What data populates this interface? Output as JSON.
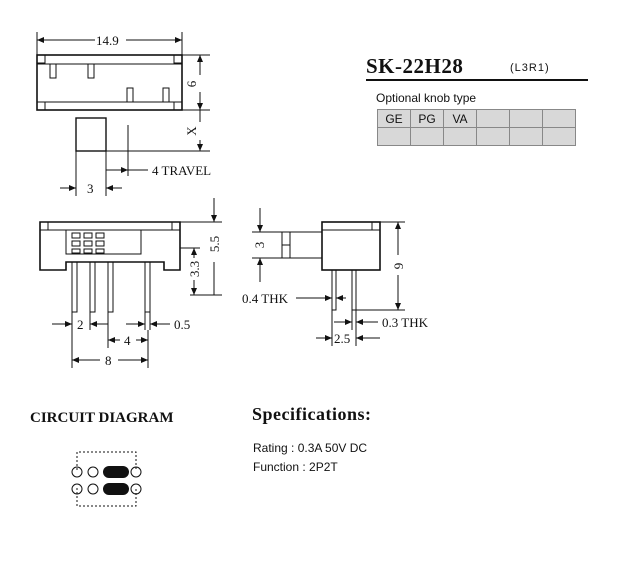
{
  "part": {
    "model": "SK-22H28",
    "code": "(L3R1)"
  },
  "knob": {
    "label": "Optional knob type",
    "row1": [
      "GE",
      "PG",
      "VA",
      "",
      "",
      ""
    ],
    "row2": [
      "",
      "",
      "",
      "",
      "",
      ""
    ]
  },
  "dims": {
    "width": "14.9",
    "height": "6",
    "x": "X",
    "travel": "4  TRAVEL",
    "knob_w": "3",
    "h55": "5.5",
    "h33": "3.3",
    "pitch2": "2",
    "pin05": "0.5",
    "pitch4": "4",
    "span8": "8",
    "knob_h": "3",
    "side_h": "9",
    "thk04": "0.4  THK",
    "thk03": "0.3  THK",
    "pin25": "2.5"
  },
  "circuit": {
    "title": "CIRCUIT DIAGRAM"
  },
  "spec": {
    "title": "Specifications:",
    "rating": "Rating : 0.3A 50V DC",
    "function": "Function : 2P2T"
  }
}
